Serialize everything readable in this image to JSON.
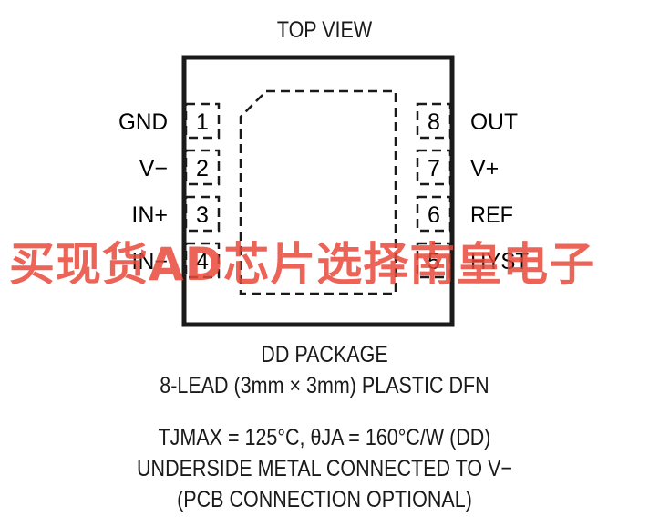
{
  "diagram": {
    "view_title": "TOP VIEW",
    "pins_left": [
      {
        "name": "GND",
        "number": "1"
      },
      {
        "name": "V−",
        "number": "2"
      },
      {
        "name": "IN+",
        "number": "3"
      },
      {
        "name": "IN−",
        "number": "4"
      }
    ],
    "pins_right": [
      {
        "name": "OUT",
        "number": "8"
      },
      {
        "name": "V+",
        "number": "7"
      },
      {
        "name": "REF",
        "number": "6"
      },
      {
        "name": "HYST",
        "number": "5"
      }
    ],
    "package_line1": "DD PACKAGE",
    "package_line2": "8-LEAD (3mm × 3mm) PLASTIC DFN",
    "thermal_line": "TJMAX = 125°C, θJA = 160°C/W (DD)",
    "underside_line": "UNDERSIDE METAL CONNECTED TO V−",
    "pcb_line": "(PCB CONNECTION OPTIONAL)",
    "watermark": "买现货AD芯片选择南皇电子",
    "colors": {
      "ink": "#1a1a1a",
      "watermark": "#e84a3a"
    }
  }
}
